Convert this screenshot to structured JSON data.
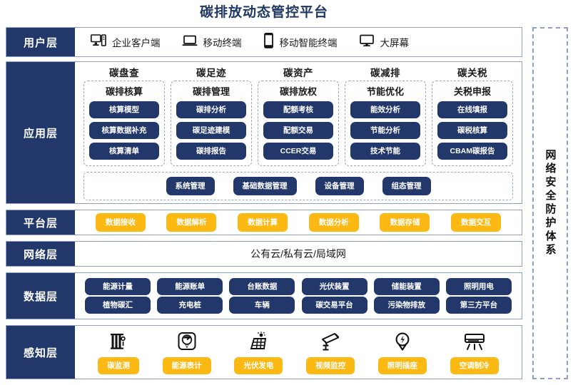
{
  "title": "碳排放动态管控平台",
  "colors": {
    "navy": "#22386B",
    "yellow": "#FCB813",
    "border": "#8EA0C4",
    "title": "#1F3864"
  },
  "security_panel": {
    "label": "网络安全防护体系"
  },
  "layers": {
    "user": {
      "label": "用户层",
      "items": [
        {
          "icon": "desktop-tower-icon",
          "label": "企业客户端"
        },
        {
          "icon": "laptop-icon",
          "label": "移动终端"
        },
        {
          "icon": "smartphone-icon",
          "label": "移动智能终端"
        },
        {
          "icon": "monitor-icon",
          "label": "大屏幕"
        }
      ]
    },
    "application": {
      "label": "应用层",
      "groups": [
        {
          "title": "碳盘查",
          "subtitle": "碳排核算",
          "chips": [
            "核算模型",
            "核算数据补充",
            "核算清单"
          ]
        },
        {
          "title": "碳足迹",
          "subtitle": "碳排管理",
          "chips": [
            "碳排分析",
            "碳足迹建模",
            "碳排报告"
          ]
        },
        {
          "title": "碳资产",
          "subtitle": "碳排放权",
          "chips": [
            "配额考核",
            "配额交易",
            "CCER交易"
          ]
        },
        {
          "title": "碳减排",
          "subtitle": "节能优化",
          "chips": [
            "能效分析",
            "节能分析",
            "技术节能"
          ]
        },
        {
          "title": "碳关税",
          "subtitle": "关税申报",
          "chips": [
            "在线填报",
            "碳税核算",
            "CBAM碳报告"
          ]
        }
      ],
      "bottom_chips": [
        "系统管理",
        "基础数据管理",
        "设备管理",
        "组态管理"
      ]
    },
    "platform": {
      "label": "平台层",
      "chips": [
        "数据接收",
        "数据解析",
        "数据计算",
        "数据分析",
        "数据存储",
        "数据交互"
      ]
    },
    "network": {
      "label": "网络层",
      "text": "公有云/私有云/局域网"
    },
    "data": {
      "label": "数据层",
      "row1": [
        "能源计量",
        "能源账单",
        "台账数据",
        "光伏装置",
        "储能装置",
        "照明用电"
      ],
      "row2": [
        "植物碳汇",
        "充电桩",
        "车辆",
        "碳交易平台",
        "污染物排放",
        "第三方平台"
      ]
    },
    "sense": {
      "label": "感知层",
      "items": [
        {
          "icon": "carbon-monitor-icon",
          "label": "碳监测"
        },
        {
          "icon": "energy-meter-icon",
          "label": "能源表计"
        },
        {
          "icon": "solar-panel-icon",
          "label": "光伏发电"
        },
        {
          "icon": "cctv-camera-icon",
          "label": "视频监控"
        },
        {
          "icon": "light-bulb-icon",
          "label": "照明插座"
        },
        {
          "icon": "air-conditioner-icon",
          "label": "空调制冷"
        }
      ]
    }
  }
}
